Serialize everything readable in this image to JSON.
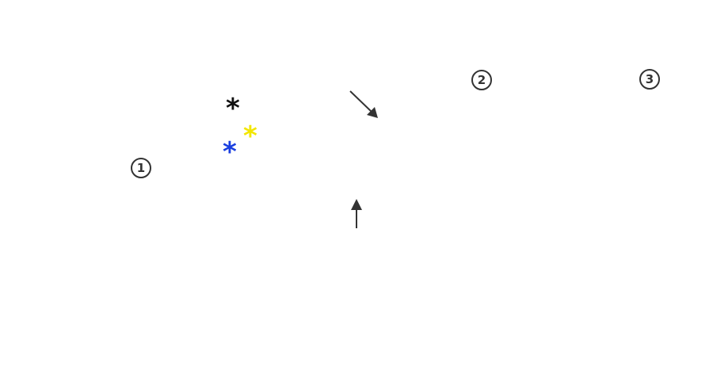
{
  "labels": {
    "one": "1",
    "two": "2",
    "three": "3"
  },
  "markers": [
    {
      "name": "black-asterisk",
      "glyph": "*",
      "color": "#111111"
    },
    {
      "name": "yellow-asterisk",
      "glyph": "*",
      "color": "#f2e600"
    },
    {
      "name": "blue-asterisk",
      "glyph": "*",
      "color": "#1a3fe0"
    }
  ],
  "arrows": [
    {
      "name": "diagonal-arrow-icon",
      "direction": "down-right",
      "color": "#333333"
    },
    {
      "name": "up-arrow-icon",
      "direction": "up",
      "color": "#333333"
    }
  ]
}
